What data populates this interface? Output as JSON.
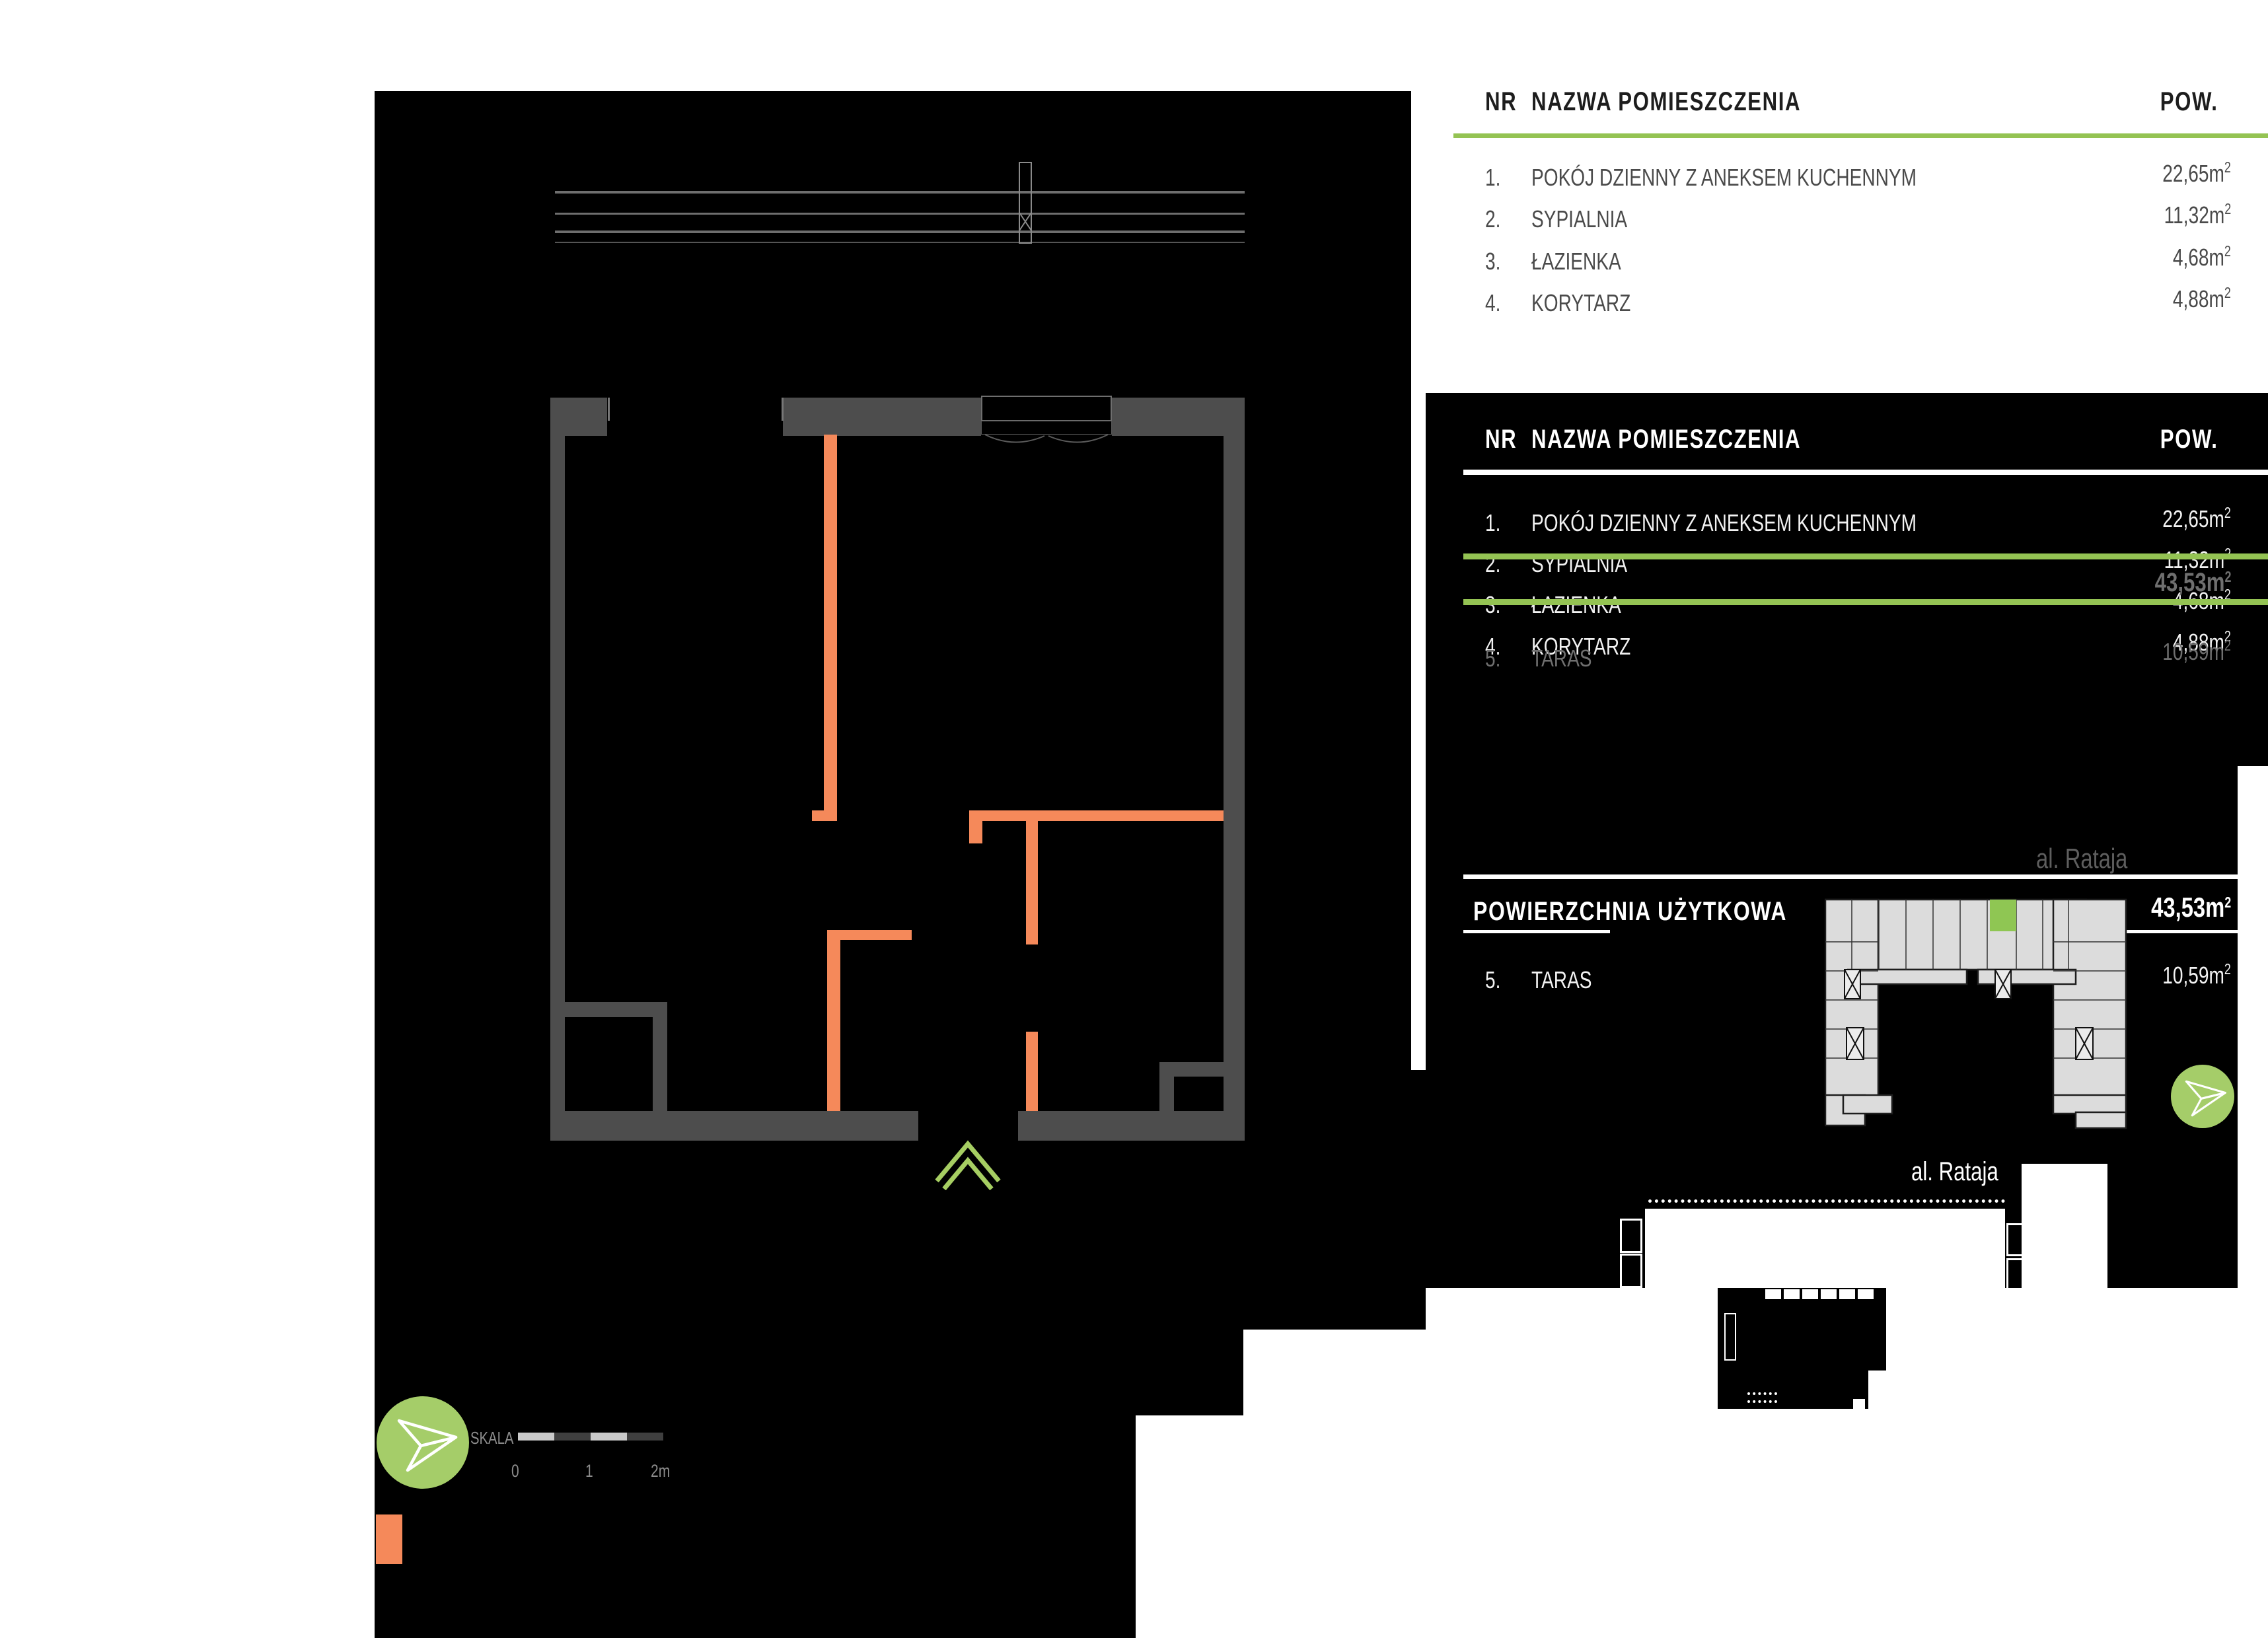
{
  "colors": {
    "wall_gray": "#4D4D4D",
    "orange_partition": "#F5895A",
    "green_line": "#94C353",
    "green_accent": "#A5CD69",
    "unit_green": "#8FC653"
  },
  "table": {
    "col_nr": "NR",
    "col_name": "NAZWA POMIESZCZENIA",
    "col_area": "POW."
  },
  "rooms": [
    {
      "nr": "1.",
      "name": "POKÓJ DZIENNY Z ANEKSEM KUCHENNYM",
      "area": "22,65m"
    },
    {
      "nr": "2.",
      "name": "SYPIALNIA",
      "area": "11,32m"
    },
    {
      "nr": "3.",
      "name": "ŁAZIENKA",
      "area": "4,68m"
    },
    {
      "nr": "4.",
      "name": "KORYTARZ",
      "area": "4,88m"
    }
  ],
  "sup": "2",
  "summary": {
    "title": "POWIERZCHNIA UŻYTKOWA",
    "total": "43,53m",
    "taras_nr": "5.",
    "taras_name": "TARAS",
    "taras_area": "10,59m"
  },
  "streets": {
    "upper": "al. Rataja",
    "lower": "al. Rataja"
  },
  "scale": {
    "label": "SKALA",
    "t0": "0",
    "t1": "1",
    "t2": "2m"
  }
}
